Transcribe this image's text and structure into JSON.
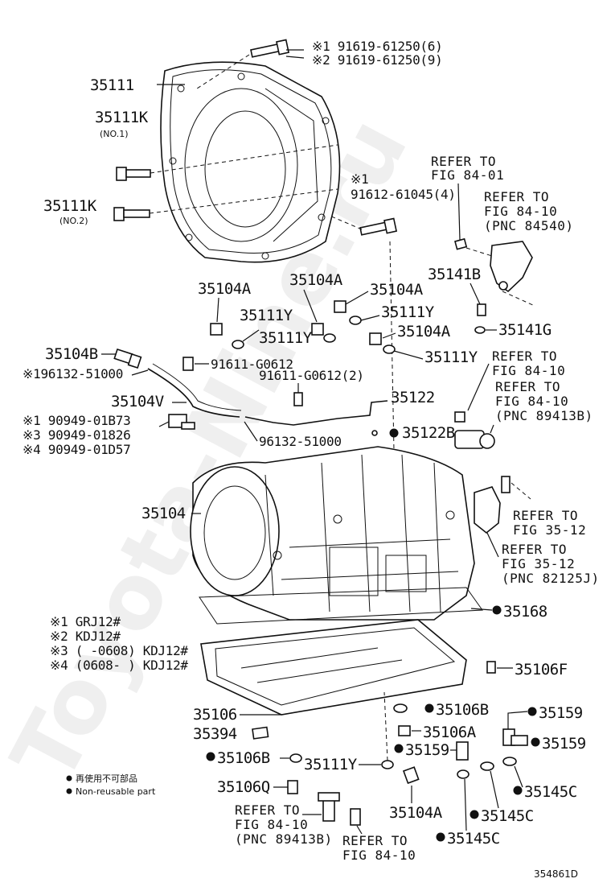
{
  "labels": {
    "l35111": "35111",
    "l35111k_1": "35111K",
    "no1": "(NO.1)",
    "l35111k_2": "35111K",
    "no2": "(NO.2)",
    "bolt1": "※1 91619-61250(6)",
    "bolt2": "※2 91619-61250(9)",
    "bolt3a": "※1",
    "bolt3b": "91612-61045(4)",
    "ref1a": "REFER TO",
    "ref1b": "FIG 84-01",
    "ref2a": "REFER TO",
    "ref2b": "FIG 84-10",
    "ref2c": "(PNC 84540)",
    "l35141b": "35141B",
    "l35141g": "35141G",
    "l35104a_1": "35104A",
    "l35104a_2": "35104A",
    "l35104a_3": "35104A",
    "l35104a_4": "35104A",
    "l35111y_1": "35111Y",
    "l35111y_2": "35111Y",
    "l35111y_3": "35111Y",
    "l35111y_4": "35111Y",
    "l35104b": "35104B",
    "hose1": "※196132-51000",
    "g0612a": "91611-G0612",
    "g0612b": "91611-G0612(2)",
    "ref3a": "REFER TO",
    "ref3b": "FIG 84-10",
    "ref4a": "REFER TO",
    "ref4b": "FIG 84-10",
    "ref4c": "(PNC 89413B)",
    "l35104v": "35104V",
    "v1": "※1 90949-01B73",
    "v3": "※3 90949-01826",
    "v4": "※4 90949-01D57",
    "l35122": "35122",
    "l35122b": "35122B",
    "hose2": "96132-51000",
    "l35104": "35104",
    "ref5a": "REFER TO",
    "ref5b": "FIG 35-12",
    "ref6a": "REFER TO",
    "ref6b": "FIG 35-12",
    "ref6c": "(PNC 82125J)",
    "l35168": "35168",
    "m1": "※1 GRJ12#",
    "m2": "※2 KDJ12#",
    "m3": "※3 (    -0608) KDJ12#",
    "m4": "※4 (0608-    ) KDJ12#",
    "l35106f": "35106F",
    "l35106": "35106",
    "l35394": "35394",
    "l35106b_1": "35106B",
    "l35106b_2": "35106B",
    "l35106a": "35106A",
    "l35159_1": "35159",
    "l35159_2": "35159",
    "l35159_3": "35159",
    "l35106q": "35106Q",
    "l35145c_1": "35145C",
    "l35145c_2": "35145C",
    "l35145c_3": "35145C",
    "legend_jp": "再使用不可部品",
    "legend_en": "Non-reusable part",
    "ref7a": "REFER TO",
    "ref7b": "FIG 84-10",
    "ref7c": "(PNC 89413B)",
    "ref8a": "REFER TO",
    "ref8b": "FIG 84-10",
    "code": "354861D",
    "watermark": "Toyota-Nine.ru"
  }
}
